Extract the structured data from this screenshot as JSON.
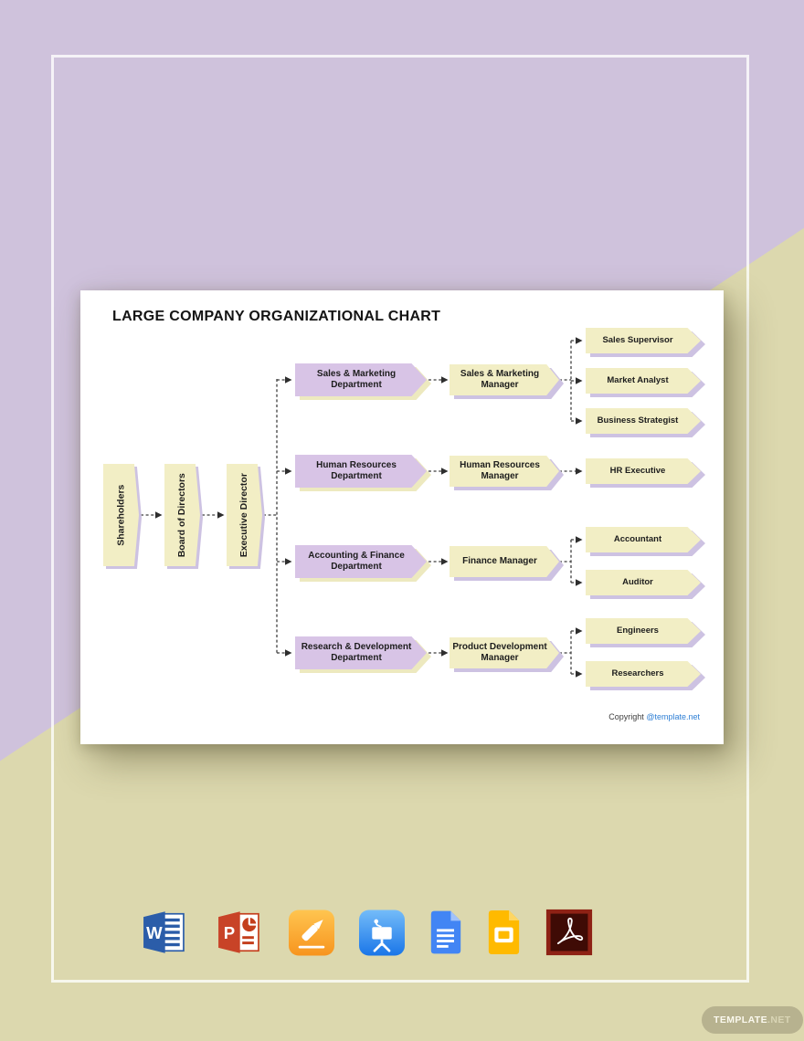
{
  "document": {
    "title": "LARGE COMPANY ORGANIZATIONAL CHART",
    "copyright_label": "Copyright",
    "copyright_link": "@template.net"
  },
  "chart": {
    "executives": [
      "Shareholders",
      "Board of Directors",
      "Executive Director"
    ],
    "rows": [
      {
        "department": "Sales & Marketing\nDepartment",
        "manager": "Sales & Marketing\nManager",
        "reports": [
          "Sales Supervisor",
          "Market Analyst",
          "Business Strategist"
        ]
      },
      {
        "department": "Human Resources\nDepartment",
        "manager": "Human Resources\nManager",
        "reports": [
          "HR Executive"
        ]
      },
      {
        "department": "Accounting & Finance\nDepartment",
        "manager": "Finance Manager",
        "reports": [
          "Accountant",
          "Auditor"
        ]
      },
      {
        "department": "Research & Development\nDepartment",
        "manager": "Product Development\nManager",
        "reports": [
          "Engineers",
          "Researchers"
        ]
      }
    ]
  },
  "app_icons": [
    {
      "name": "Microsoft Word"
    },
    {
      "name": "Microsoft PowerPoint"
    },
    {
      "name": "Apple Pages"
    },
    {
      "name": "Apple Keynote"
    },
    {
      "name": "Google Docs"
    },
    {
      "name": "Google Slides"
    },
    {
      "name": "Adobe PDF"
    }
  ],
  "watermark": {
    "brand": "TEMPLATE",
    "tld": ".NET"
  },
  "colors": {
    "background_top": "#CFC2DC",
    "background_bottom": "#DCD8AE",
    "card": "#FFFFFF",
    "box_yellow": "#F2EEC5",
    "box_purple": "#D8C4E6",
    "shadow_lavender": "#CDC2E2",
    "shadow_yellow": "#EDE9BF",
    "link_blue": "#2E7FD5"
  }
}
